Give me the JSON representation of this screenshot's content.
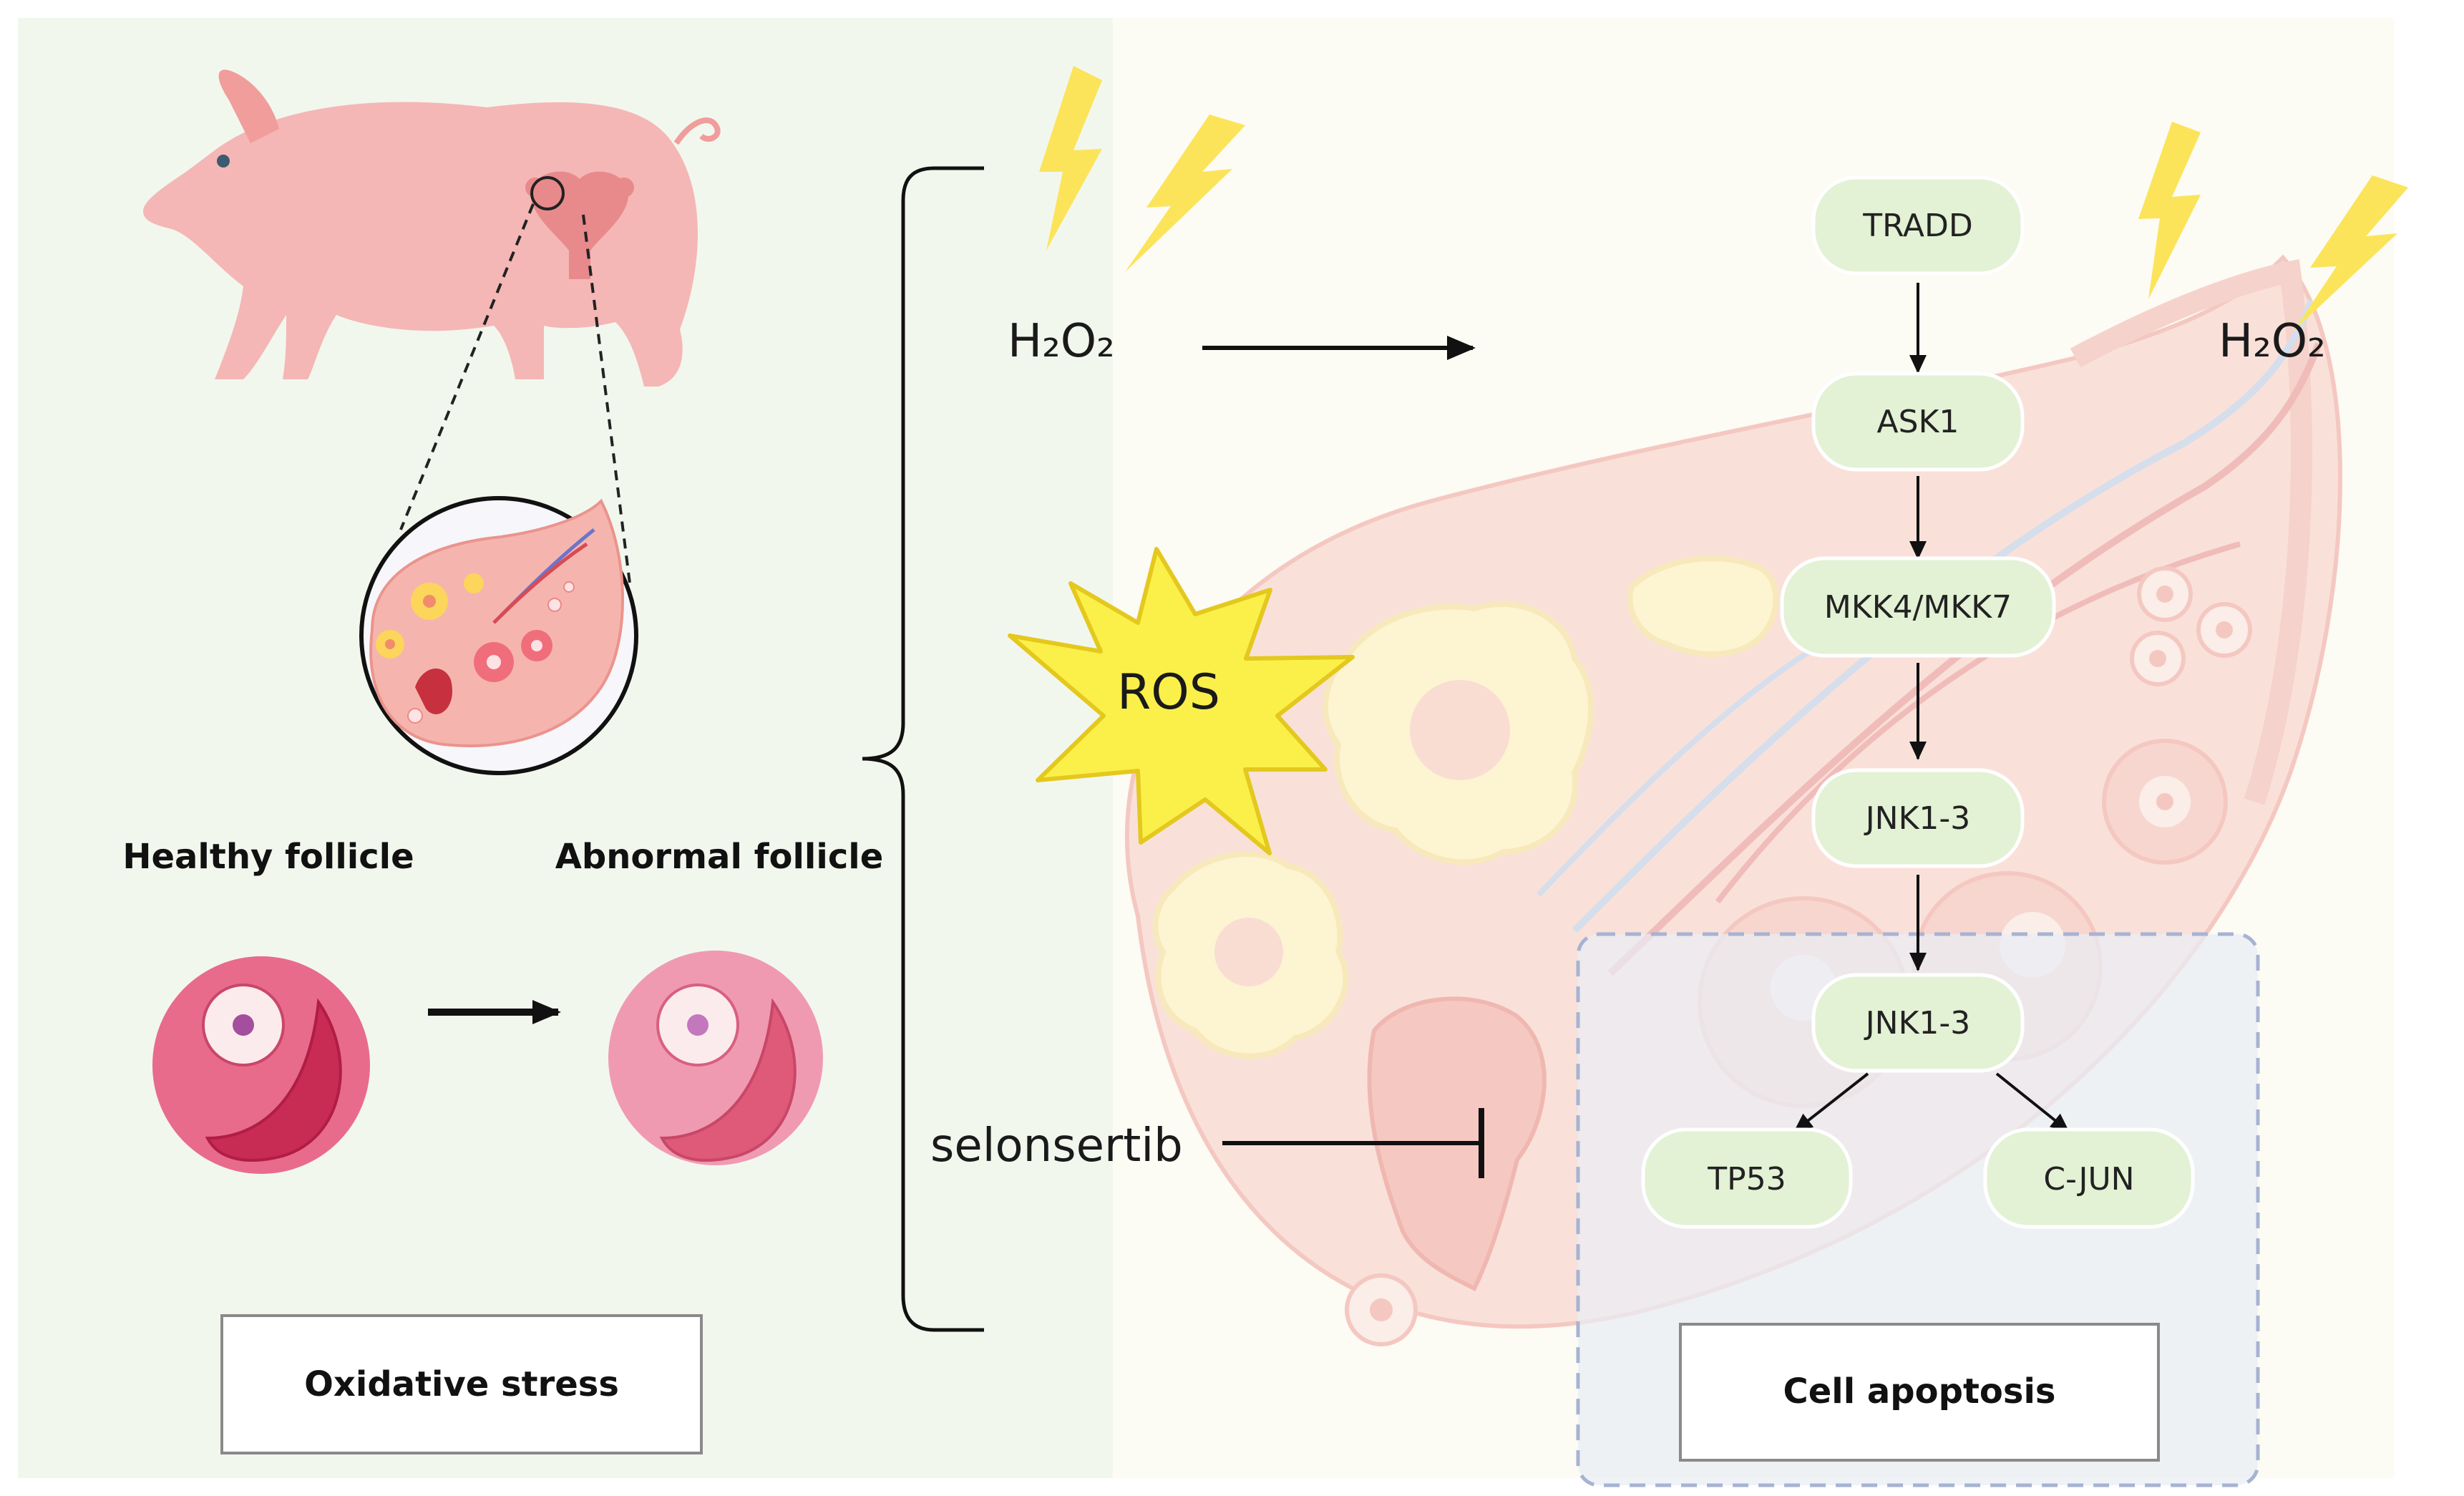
{
  "labels": {
    "h2o2_left": "H₂O₂",
    "h2o2_right": "H₂O₂",
    "ros": "ROS",
    "healthy_follicle": "Healthy follicle",
    "abnormal_follicle": "Abnormal follicle",
    "oxidative_stress": "Oxidative stress",
    "selonsertib": "selonsertib",
    "cell_apoptosis": "Cell apoptosis"
  },
  "pathway": {
    "tradd": "TRADD",
    "ask1": "ASK1",
    "mkk": "MKK4/MKK7",
    "jnk_upper": "JNK1-3",
    "jnk_lower": "JNK1-3",
    "tp53": "TP53",
    "cjun": "C-JUN"
  },
  "colors": {
    "left_panel": "#f2f7ee",
    "right_panel": "#fcfbf4",
    "node_fill": "#e3f1d5",
    "node_stroke": "#ffffff",
    "apoptosis_fill": "#e9edf4",
    "apoptosis_dash": "#a7b3d2",
    "ros_fill": "#fbf04a",
    "ros_stroke": "#e4c81e",
    "lightning": "#fbe45a",
    "follicle_pink": "#e86b8c",
    "follicle_abnormal": "#f09ab2",
    "pig": "#f4b7b5"
  }
}
